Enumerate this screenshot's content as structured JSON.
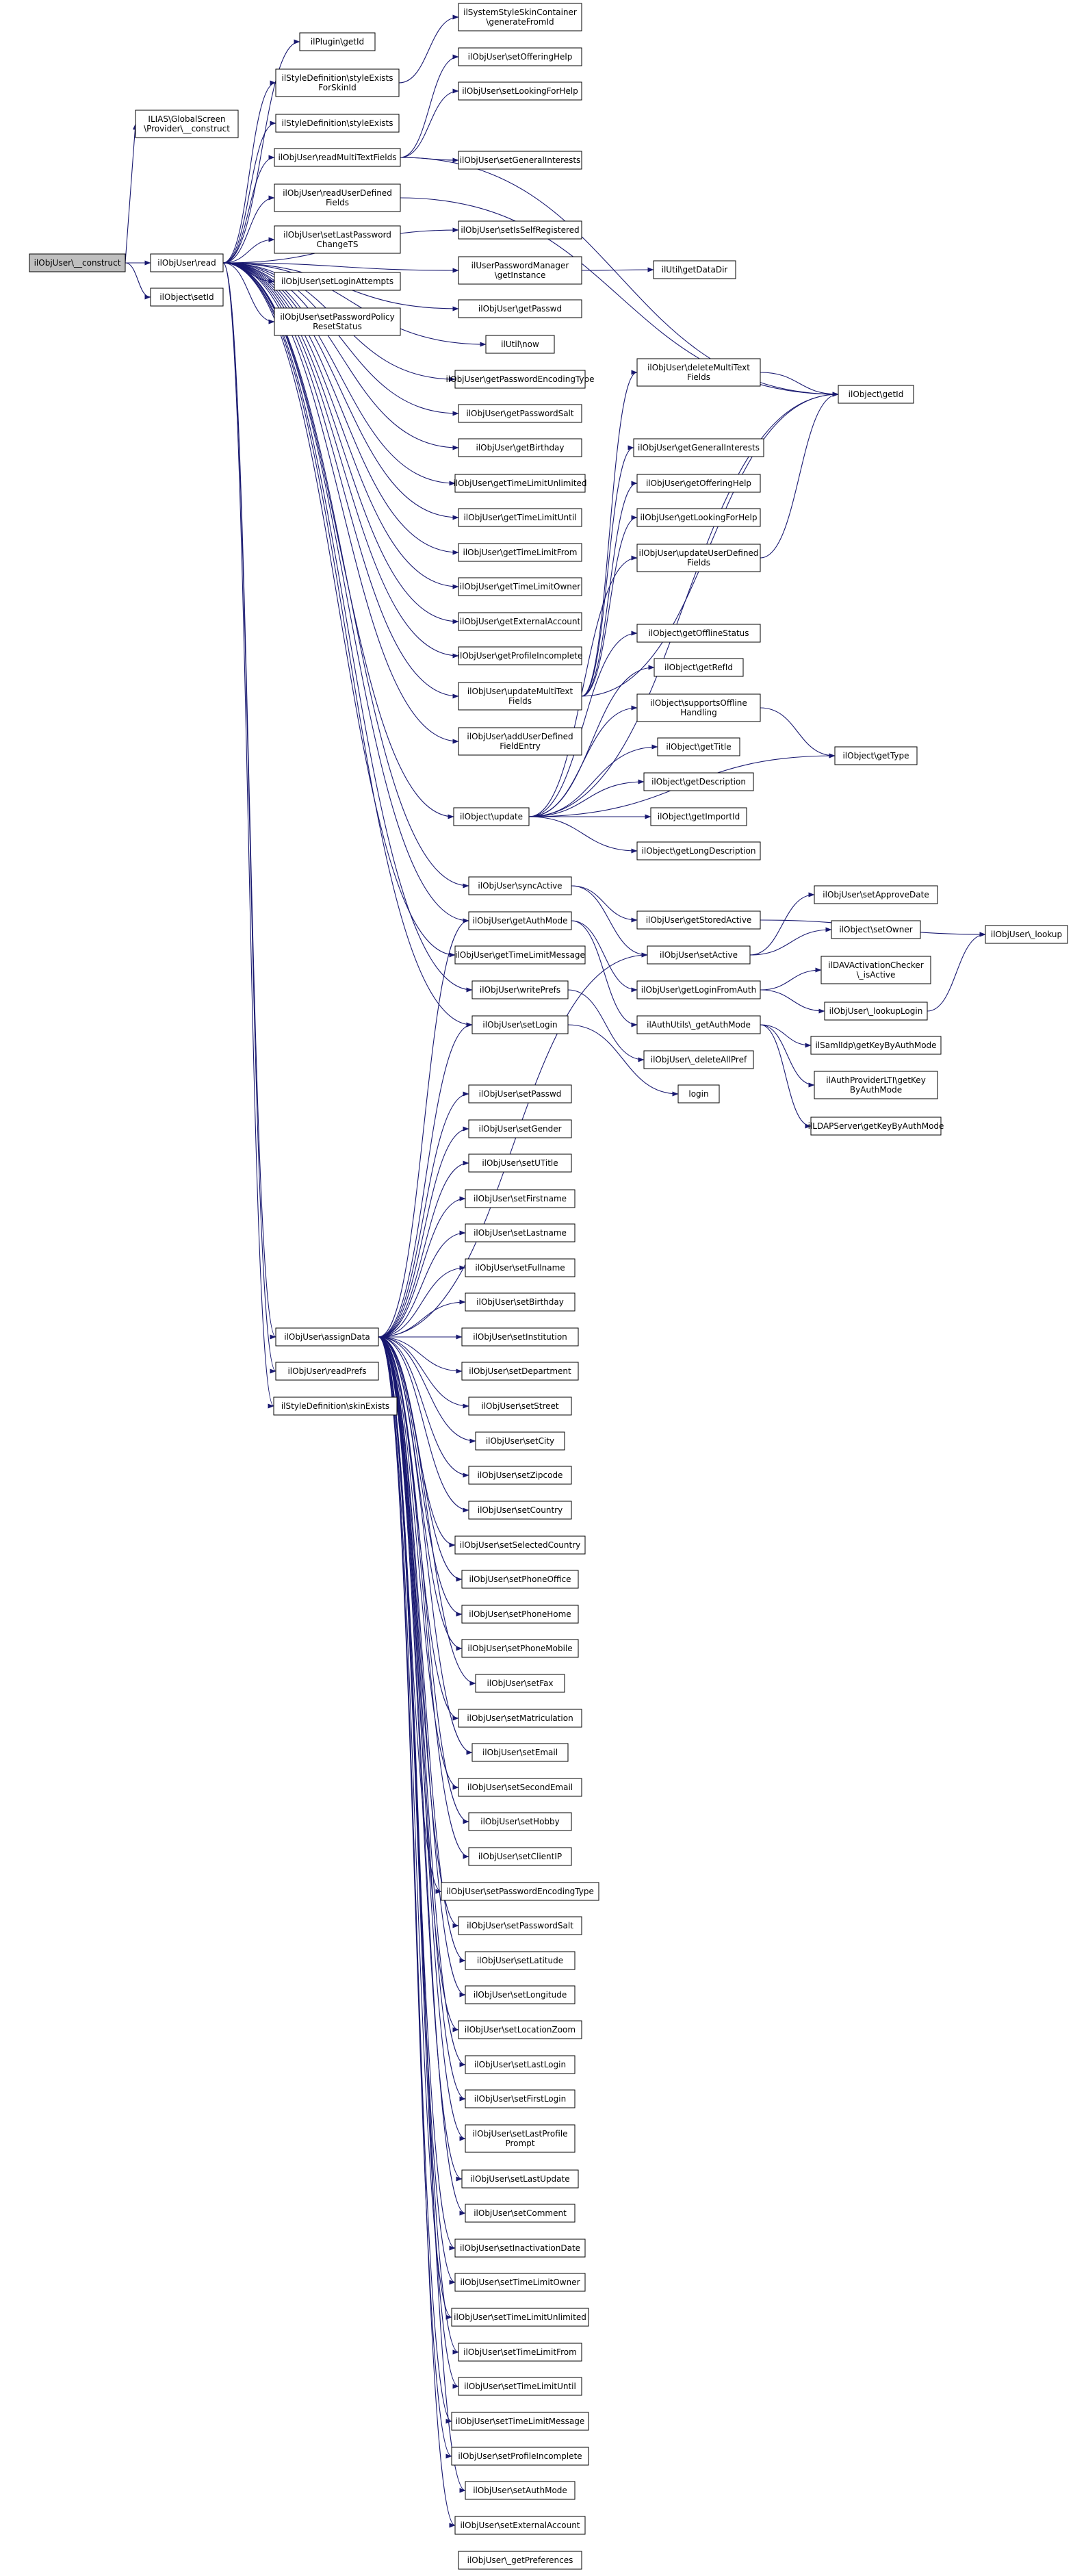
{
  "colors": {
    "edge": "#191970",
    "node_border": "#000000",
    "node_fill": "#ffffff",
    "root_fill": "#bfbfbf",
    "background": "#ffffff"
  },
  "nodes": [
    {
      "id": "construct",
      "lines": [
        "ilObjUser\\__construct"
      ],
      "root": true
    },
    {
      "id": "read",
      "lines": [
        "ilObjUser\\read"
      ]
    },
    {
      "id": "setId",
      "lines": [
        "ilObject\\setId"
      ]
    },
    {
      "id": "gsProvider",
      "lines": [
        "ILIAS\\GlobalScreen",
        "\\Provider\\__construct"
      ]
    },
    {
      "id": "pluginGetId",
      "lines": [
        "ilPlugin\\getId"
      ]
    },
    {
      "id": "styleExistsForSkin",
      "lines": [
        "ilStyleDefinition\\styleExists",
        "ForSkinId"
      ]
    },
    {
      "id": "styleExists",
      "lines": [
        "ilStyleDefinition\\styleExists"
      ]
    },
    {
      "id": "readMulti",
      "lines": [
        "ilObjUser\\readMultiTextFields"
      ]
    },
    {
      "id": "readUDF",
      "lines": [
        "ilObjUser\\readUserDefined",
        "Fields"
      ]
    },
    {
      "id": "setLastPwChange",
      "lines": [
        "ilObjUser\\setLastPassword",
        "ChangeTS"
      ]
    },
    {
      "id": "setLoginAttempts",
      "lines": [
        "ilObjUser\\setLoginAttempts"
      ]
    },
    {
      "id": "setPwPolicyReset",
      "lines": [
        "ilObjUser\\setPasswordPolicy",
        "ResetStatus"
      ]
    },
    {
      "id": "sysSkinGenerate",
      "lines": [
        "ilSystemStyleSkinContainer",
        "\\generateFromId"
      ]
    },
    {
      "id": "setOfferingHelp",
      "lines": [
        "ilObjUser\\setOfferingHelp"
      ]
    },
    {
      "id": "setLookingForHelp",
      "lines": [
        "ilObjUser\\setLookingForHelp"
      ]
    },
    {
      "id": "setGeneralInterests",
      "lines": [
        "ilObjUser\\setGeneralInterests"
      ]
    },
    {
      "id": "setIsSelfReg",
      "lines": [
        "ilObjUser\\setIsSelfRegistered"
      ]
    },
    {
      "id": "pwManager",
      "lines": [
        "ilUserPasswordManager",
        "\\getInstance"
      ]
    },
    {
      "id": "utilDataDir",
      "lines": [
        "ilUtil\\getDataDir"
      ]
    },
    {
      "id": "getPasswd",
      "lines": [
        "ilObjUser\\getPasswd"
      ]
    },
    {
      "id": "utilNow",
      "lines": [
        "ilUtil\\now"
      ]
    },
    {
      "id": "getPwEncType",
      "lines": [
        "ilObjUser\\getPasswordEncodingType"
      ]
    },
    {
      "id": "getPwSalt",
      "lines": [
        "ilObjUser\\getPasswordSalt"
      ]
    },
    {
      "id": "getBirthday",
      "lines": [
        "ilObjUser\\getBirthday"
      ]
    },
    {
      "id": "getTLUnlimited",
      "lines": [
        "ilObjUser\\getTimeLimitUnlimited"
      ]
    },
    {
      "id": "getTLUntil",
      "lines": [
        "ilObjUser\\getTimeLimitUntil"
      ]
    },
    {
      "id": "getTLFrom",
      "lines": [
        "ilObjUser\\getTimeLimitFrom"
      ]
    },
    {
      "id": "getTLOwner",
      "lines": [
        "ilObjUser\\getTimeLimitOwner"
      ]
    },
    {
      "id": "getExtAccount",
      "lines": [
        "ilObjUser\\getExternalAccount"
      ]
    },
    {
      "id": "getProfileIncomplete",
      "lines": [
        "ilObjUser\\getProfileIncomplete"
      ]
    },
    {
      "id": "updateMulti",
      "lines": [
        "ilObjUser\\updateMultiText",
        "Fields"
      ]
    },
    {
      "id": "addUDFEntry",
      "lines": [
        "ilObjUser\\addUserDefined",
        "FieldEntry"
      ]
    },
    {
      "id": "deleteMulti",
      "lines": [
        "ilObjUser\\deleteMultiText",
        "Fields"
      ]
    },
    {
      "id": "getGeneralInterests",
      "lines": [
        "ilObjUser\\getGeneralInterests"
      ]
    },
    {
      "id": "getOfferingHelp",
      "lines": [
        "ilObjUser\\getOfferingHelp"
      ]
    },
    {
      "id": "getLookingForHelp",
      "lines": [
        "ilObjUser\\getLookingForHelp"
      ]
    },
    {
      "id": "updateUDF",
      "lines": [
        "ilObjUser\\updateUserDefined",
        "Fields"
      ]
    },
    {
      "id": "objGetId",
      "lines": [
        "ilObject\\getId"
      ]
    },
    {
      "id": "getOfflineStatus",
      "lines": [
        "ilObject\\getOfflineStatus"
      ]
    },
    {
      "id": "getRefId",
      "lines": [
        "ilObject\\getRefId"
      ]
    },
    {
      "id": "supportsOffline",
      "lines": [
        "ilObject\\supportsOffline",
        "Handling"
      ]
    },
    {
      "id": "getType",
      "lines": [
        "ilObject\\getType"
      ]
    },
    {
      "id": "getTitle",
      "lines": [
        "ilObject\\getTitle"
      ]
    },
    {
      "id": "getDescription",
      "lines": [
        "ilObject\\getDescription"
      ]
    },
    {
      "id": "getImportId",
      "lines": [
        "ilObject\\getImportId"
      ]
    },
    {
      "id": "getLongDescription",
      "lines": [
        "ilObject\\getLongDescription"
      ]
    },
    {
      "id": "update",
      "lines": [
        "ilObject\\update"
      ]
    },
    {
      "id": "syncActive",
      "lines": [
        "ilObjUser\\syncActive"
      ]
    },
    {
      "id": "getAuthMode",
      "lines": [
        "ilObjUser\\getAuthMode"
      ]
    },
    {
      "id": "getTLMessage",
      "lines": [
        "ilObjUser\\getTimeLimitMessage"
      ]
    },
    {
      "id": "writePrefs",
      "lines": [
        "ilObjUser\\writePrefs"
      ]
    },
    {
      "id": "setLogin",
      "lines": [
        "ilObjUser\\setLogin"
      ]
    },
    {
      "id": "getStoredActive",
      "lines": [
        "ilObjUser\\getStoredActive"
      ]
    },
    {
      "id": "setActive",
      "lines": [
        "ilObjUser\\setActive"
      ]
    },
    {
      "id": "getLoginFromAuth",
      "lines": [
        "ilObjUser\\getLoginFromAuth"
      ]
    },
    {
      "id": "authGetAuthMode",
      "lines": [
        "ilAuthUtils\\_getAuthMode"
      ]
    },
    {
      "id": "deleteAllPref",
      "lines": [
        "ilObjUser\\_deleteAllPref"
      ]
    },
    {
      "id": "login",
      "lines": [
        "login"
      ]
    },
    {
      "id": "setApproveDate",
      "lines": [
        "ilObjUser\\setApproveDate"
      ]
    },
    {
      "id": "setOwner",
      "lines": [
        "ilObject\\setOwner"
      ]
    },
    {
      "id": "davChecker",
      "lines": [
        "ilDAVActivationChecker",
        "\\_isActive"
      ]
    },
    {
      "id": "lookupLogin",
      "lines": [
        "ilObjUser\\_lookupLogin"
      ]
    },
    {
      "id": "lookup",
      "lines": [
        "ilObjUser\\_lookup"
      ]
    },
    {
      "id": "samlIdp",
      "lines": [
        "ilSamlIdp\\getKeyByAuthMode"
      ]
    },
    {
      "id": "ltiProvider",
      "lines": [
        "ilAuthProviderLTI\\getKey",
        "ByAuthMode"
      ]
    },
    {
      "id": "ldapServer",
      "lines": [
        "ilLDAPServer\\getKeyByAuthMode"
      ]
    },
    {
      "id": "setPasswd",
      "lines": [
        "ilObjUser\\setPasswd"
      ]
    },
    {
      "id": "setGender",
      "lines": [
        "ilObjUser\\setGender"
      ]
    },
    {
      "id": "setUTitle",
      "lines": [
        "ilObjUser\\setUTitle"
      ]
    },
    {
      "id": "setFirstname",
      "lines": [
        "ilObjUser\\setFirstname"
      ]
    },
    {
      "id": "setLastname",
      "lines": [
        "ilObjUser\\setLastname"
      ]
    },
    {
      "id": "setFullname",
      "lines": [
        "ilObjUser\\setFullname"
      ]
    },
    {
      "id": "setBirthday",
      "lines": [
        "ilObjUser\\setBirthday"
      ]
    },
    {
      "id": "assignData",
      "lines": [
        "ilObjUser\\assignData"
      ]
    },
    {
      "id": "readPrefs",
      "lines": [
        "ilObjUser\\readPrefs"
      ]
    },
    {
      "id": "skinExists",
      "lines": [
        "ilStyleDefinition\\skinExists"
      ]
    },
    {
      "id": "setInstitution",
      "lines": [
        "ilObjUser\\setInstitution"
      ]
    },
    {
      "id": "setDepartment",
      "lines": [
        "ilObjUser\\setDepartment"
      ]
    },
    {
      "id": "setStreet",
      "lines": [
        "ilObjUser\\setStreet"
      ]
    },
    {
      "id": "setCity",
      "lines": [
        "ilObjUser\\setCity"
      ]
    },
    {
      "id": "setZipcode",
      "lines": [
        "ilObjUser\\setZipcode"
      ]
    },
    {
      "id": "setCountry",
      "lines": [
        "ilObjUser\\setCountry"
      ]
    },
    {
      "id": "setSelectedCountry",
      "lines": [
        "ilObjUser\\setSelectedCountry"
      ]
    },
    {
      "id": "setPhoneOffice",
      "lines": [
        "ilObjUser\\setPhoneOffice"
      ]
    },
    {
      "id": "setPhoneHome",
      "lines": [
        "ilObjUser\\setPhoneHome"
      ]
    },
    {
      "id": "setPhoneMobile",
      "lines": [
        "ilObjUser\\setPhoneMobile"
      ]
    },
    {
      "id": "setFax",
      "lines": [
        "ilObjUser\\setFax"
      ]
    },
    {
      "id": "setMatriculation",
      "lines": [
        "ilObjUser\\setMatriculation"
      ]
    },
    {
      "id": "setEmail",
      "lines": [
        "ilObjUser\\setEmail"
      ]
    },
    {
      "id": "setSecondEmail",
      "lines": [
        "ilObjUser\\setSecondEmail"
      ]
    },
    {
      "id": "setHobby",
      "lines": [
        "ilObjUser\\setHobby"
      ]
    },
    {
      "id": "setClientIP",
      "lines": [
        "ilObjUser\\setClientIP"
      ]
    },
    {
      "id": "setPwEncType",
      "lines": [
        "ilObjUser\\setPasswordEncodingType"
      ]
    },
    {
      "id": "setPwSalt",
      "lines": [
        "ilObjUser\\setPasswordSalt"
      ]
    },
    {
      "id": "setLatitude",
      "lines": [
        "ilObjUser\\setLatitude"
      ]
    },
    {
      "id": "setLongitude",
      "lines": [
        "ilObjUser\\setLongitude"
      ]
    },
    {
      "id": "setLocationZoom",
      "lines": [
        "ilObjUser\\setLocationZoom"
      ]
    },
    {
      "id": "setLastLogin",
      "lines": [
        "ilObjUser\\setLastLogin"
      ]
    },
    {
      "id": "setFirstLogin",
      "lines": [
        "ilObjUser\\setFirstLogin"
      ]
    },
    {
      "id": "setLastProfilePrompt",
      "lines": [
        "ilObjUser\\setLastProfile",
        "Prompt"
      ]
    },
    {
      "id": "setLastUpdate",
      "lines": [
        "ilObjUser\\setLastUpdate"
      ]
    },
    {
      "id": "setComment",
      "lines": [
        "ilObjUser\\setComment"
      ]
    },
    {
      "id": "setInactivationDate",
      "lines": [
        "ilObjUser\\setInactivationDate"
      ]
    },
    {
      "id": "setTLOwner",
      "lines": [
        "ilObjUser\\setTimeLimitOwner"
      ]
    },
    {
      "id": "setTLUnlimited",
      "lines": [
        "ilObjUser\\setTimeLimitUnlimited"
      ]
    },
    {
      "id": "setTLFrom",
      "lines": [
        "ilObjUser\\setTimeLimitFrom"
      ]
    },
    {
      "id": "setTLUntil",
      "lines": [
        "ilObjUser\\setTimeLimitUntil"
      ]
    },
    {
      "id": "setTLMessage",
      "lines": [
        "ilObjUser\\setTimeLimitMessage"
      ]
    },
    {
      "id": "setProfileIncomplete",
      "lines": [
        "ilObjUser\\setProfileIncomplete"
      ]
    },
    {
      "id": "setAuthMode",
      "lines": [
        "ilObjUser\\setAuthMode"
      ]
    },
    {
      "id": "setExtAccount",
      "lines": [
        "ilObjUser\\setExternalAccount"
      ]
    },
    {
      "id": "getPreferences",
      "lines": [
        "ilObjUser\\_getPreferences"
      ]
    }
  ],
  "edges": [
    [
      "construct",
      "read"
    ],
    [
      "construct",
      "setId"
    ],
    [
      "construct",
      "gsProvider"
    ],
    [
      "read",
      "pluginGetId"
    ],
    [
      "read",
      "styleExistsForSkin"
    ],
    [
      "read",
      "styleExists"
    ],
    [
      "read",
      "readMulti"
    ],
    [
      "read",
      "readUDF"
    ],
    [
      "read",
      "setLastPwChange"
    ],
    [
      "read",
      "setLoginAttempts"
    ],
    [
      "read",
      "setPwPolicyReset"
    ],
    [
      "read",
      "assignData"
    ],
    [
      "read",
      "readPrefs"
    ],
    [
      "read",
      "skinExists"
    ],
    [
      "read",
      "setIsSelfReg"
    ],
    [
      "read",
      "pwManager"
    ],
    [
      "read",
      "getPasswd"
    ],
    [
      "read",
      "utilNow"
    ],
    [
      "read",
      "getPwEncType"
    ],
    [
      "read",
      "getPwSalt"
    ],
    [
      "read",
      "getBirthday"
    ],
    [
      "read",
      "getTLUnlimited"
    ],
    [
      "read",
      "getTLUntil"
    ],
    [
      "read",
      "getTLFrom"
    ],
    [
      "read",
      "getTLOwner"
    ],
    [
      "read",
      "getExtAccount"
    ],
    [
      "read",
      "getProfileIncomplete"
    ],
    [
      "read",
      "updateMulti"
    ],
    [
      "read",
      "addUDFEntry"
    ],
    [
      "read",
      "update"
    ],
    [
      "read",
      "syncActive"
    ],
    [
      "read",
      "getAuthMode"
    ],
    [
      "read",
      "getTLMessage"
    ],
    [
      "read",
      "writePrefs"
    ],
    [
      "read",
      "setLogin"
    ],
    [
      "styleExistsForSkin",
      "sysSkinGenerate"
    ],
    [
      "readMulti",
      "setOfferingHelp"
    ],
    [
      "readMulti",
      "setLookingForHelp"
    ],
    [
      "readMulti",
      "setGeneralInterests"
    ],
    [
      "readMulti",
      "objGetId"
    ],
    [
      "readUDF",
      "objGetId"
    ],
    [
      "pwManager",
      "utilDataDir"
    ],
    [
      "updateMulti",
      "deleteMulti"
    ],
    [
      "updateMulti",
      "getGeneralInterests"
    ],
    [
      "updateMulti",
      "getOfferingHelp"
    ],
    [
      "updateMulti",
      "getLookingForHelp"
    ],
    [
      "updateMulti",
      "objGetId"
    ],
    [
      "deleteMulti",
      "objGetId"
    ],
    [
      "updateUDF",
      "objGetId"
    ],
    [
      "update",
      "objGetId"
    ],
    [
      "update",
      "updateUDF"
    ],
    [
      "update",
      "getOfflineStatus"
    ],
    [
      "update",
      "getRefId"
    ],
    [
      "update",
      "supportsOffline"
    ],
    [
      "update",
      "getTitle"
    ],
    [
      "update",
      "getDescription"
    ],
    [
      "update",
      "getImportId"
    ],
    [
      "update",
      "getLongDescription"
    ],
    [
      "update",
      "getType"
    ],
    [
      "supportsOffline",
      "getType"
    ],
    [
      "syncActive",
      "getStoredActive"
    ],
    [
      "syncActive",
      "setActive"
    ],
    [
      "getStoredActive",
      "lookup"
    ],
    [
      "setActive",
      "setApproveDate"
    ],
    [
      "setActive",
      "setOwner"
    ],
    [
      "getAuthMode",
      "authGetAuthMode"
    ],
    [
      "getAuthMode",
      "getLoginFromAuth"
    ],
    [
      "getLoginFromAuth",
      "davChecker"
    ],
    [
      "getLoginFromAuth",
      "lookupLogin"
    ],
    [
      "lookupLogin",
      "lookup"
    ],
    [
      "authGetAuthMode",
      "samlIdp"
    ],
    [
      "authGetAuthMode",
      "ltiProvider"
    ],
    [
      "authGetAuthMode",
      "ldapServer"
    ],
    [
      "writePrefs",
      "deleteAllPref"
    ],
    [
      "setLogin",
      "login"
    ],
    [
      "assignData",
      "setPasswd"
    ],
    [
      "assignData",
      "setGender"
    ],
    [
      "assignData",
      "setUTitle"
    ],
    [
      "assignData",
      "setFirstname"
    ],
    [
      "assignData",
      "setLastname"
    ],
    [
      "assignData",
      "setFullname"
    ],
    [
      "assignData",
      "setBirthday"
    ],
    [
      "assignData",
      "setInstitution"
    ],
    [
      "assignData",
      "setDepartment"
    ],
    [
      "assignData",
      "setStreet"
    ],
    [
      "assignData",
      "setCity"
    ],
    [
      "assignData",
      "setZipcode"
    ],
    [
      "assignData",
      "setCountry"
    ],
    [
      "assignData",
      "setSelectedCountry"
    ],
    [
      "assignData",
      "setPhoneOffice"
    ],
    [
      "assignData",
      "setPhoneHome"
    ],
    [
      "assignData",
      "setPhoneMobile"
    ],
    [
      "assignData",
      "setFax"
    ],
    [
      "assignData",
      "setMatriculation"
    ],
    [
      "assignData",
      "setEmail"
    ],
    [
      "assignData",
      "setSecondEmail"
    ],
    [
      "assignData",
      "setHobby"
    ],
    [
      "assignData",
      "setClientIP"
    ],
    [
      "assignData",
      "setPwEncType"
    ],
    [
      "assignData",
      "setPwSalt"
    ],
    [
      "assignData",
      "setLatitude"
    ],
    [
      "assignData",
      "setLongitude"
    ],
    [
      "assignData",
      "setLocationZoom"
    ],
    [
      "assignData",
      "setLastLogin"
    ],
    [
      "assignData",
      "setFirstLogin"
    ],
    [
      "assignData",
      "setLastProfilePrompt"
    ],
    [
      "assignData",
      "setLastUpdate"
    ],
    [
      "assignData",
      "setComment"
    ],
    [
      "assignData",
      "setInactivationDate"
    ],
    [
      "assignData",
      "setTLOwner"
    ],
    [
      "assignData",
      "setTLUnlimited"
    ],
    [
      "assignData",
      "setTLFrom"
    ],
    [
      "assignData",
      "setTLUntil"
    ],
    [
      "assignData",
      "setTLMessage"
    ],
    [
      "assignData",
      "setProfileIncomplete"
    ],
    [
      "assignData",
      "setAuthMode"
    ],
    [
      "assignData",
      "setExtAccount"
    ],
    [
      "assignData",
      "setActive"
    ],
    [
      "assignData",
      "getAuthMode"
    ],
    [
      "assignData",
      "setLogin"
    ]
  ]
}
